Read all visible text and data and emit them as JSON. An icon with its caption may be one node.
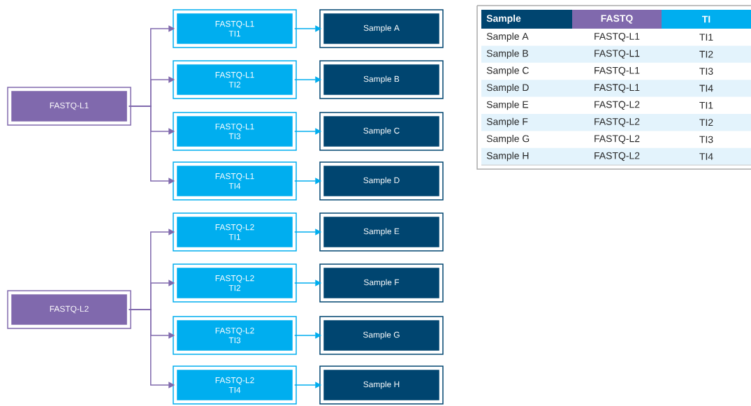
{
  "diagram": {
    "nodes": [
      {
        "text": [
          "FASTQ-L1"
        ]
      },
      {
        "text": [
          "FASTQ-L2"
        ]
      },
      {
        "text": [
          "FASTQ-L1 TI1"
        ]
      },
      {
        "text": [
          "FASTQ-L1 TI2"
        ]
      },
      {
        "text": [
          "FASTQ-L1 TI3"
        ]
      },
      {
        "text": [
          "FASTQ-L1 TI4"
        ]
      },
      {
        "text": [
          "FASTQ-L2 TI1"
        ]
      },
      {
        "text": [
          "FASTQ-L2 TI2"
        ]
      },
      {
        "text": [
          "FASTQ-L2 TI3"
        ]
      },
      {
        "text": [
          "FASTQ-L2 TI4"
        ]
      },
      {
        "text": [
          "Sample A"
        ]
      },
      {
        "text": [
          "Sample B"
        ]
      },
      {
        "text": [
          "Sample C"
        ]
      },
      {
        "text": [
          "Sample D"
        ]
      },
      {
        "text": [
          "Sample E"
        ]
      },
      {
        "text": [
          "Sample F"
        ]
      },
      {
        "text": [
          "Sample G"
        ]
      },
      {
        "text": [
          "Sample H"
        ]
      }
    ],
    "edges": [
      {
        "from": 0,
        "to": 2,
        "arrow": "to",
        "color": "#8069ad"
      },
      {
        "from": 0,
        "to": 3,
        "arrow": "to",
        "color": "#8069ad"
      },
      {
        "from": 0,
        "to": 4,
        "arrow": "to",
        "color": "#8069ad"
      },
      {
        "from": 0,
        "to": 5,
        "arrow": "to",
        "color": "#8069ad"
      },
      {
        "from": 1,
        "to": 6,
        "arrow": "to",
        "color": "#8069ad"
      },
      {
        "from": 1,
        "to": 7,
        "arrow": "to",
        "color": "#8069ad"
      },
      {
        "from": 1,
        "to": 8,
        "arrow": "to",
        "color": "#8069ad"
      },
      {
        "from": 1,
        "to": 9,
        "arrow": "to",
        "color": "#8069ad"
      },
      {
        "from": 2,
        "to": 10,
        "arrow": "to",
        "color": "#00aeef"
      },
      {
        "from": 3,
        "to": 11,
        "arrow": "to",
        "color": "#00aeef"
      },
      {
        "from": 4,
        "to": 12,
        "arrow": "to",
        "color": "#00aeef"
      },
      {
        "from": 5,
        "to": 13,
        "arrow": "to",
        "color": "#00aeef"
      },
      {
        "from": 6,
        "to": 14,
        "arrow": "to",
        "color": "#00aeef"
      },
      {
        "from": 7,
        "to": 15,
        "arrow": "to",
        "color": "#00aeef"
      },
      {
        "from": 8,
        "to": 16,
        "arrow": "to",
        "color": "#00aeef"
      },
      {
        "from": 9,
        "to": 17,
        "arrow": "to",
        "color": "#00aeef"
      }
    ],
    "labels": [
      "Sample",
      "FASTQ",
      "TI",
      "Sample A",
      "FASTQ-L1",
      "TI1",
      "Sample B",
      "FASTQ-L1",
      "TI2",
      "Sample C",
      "FASTQ-L1",
      "TI3",
      "Sample D",
      "FASTQ-L1",
      "TI4",
      "Sample E",
      "FASTQ-L2",
      "TI1",
      "Sample F",
      "FASTQ-L2",
      "TI2",
      "Sample G",
      "FASTQ-L2",
      "TI3",
      "Sample H",
      "FASTQ-L2",
      "TI4"
    ]
  }
}
